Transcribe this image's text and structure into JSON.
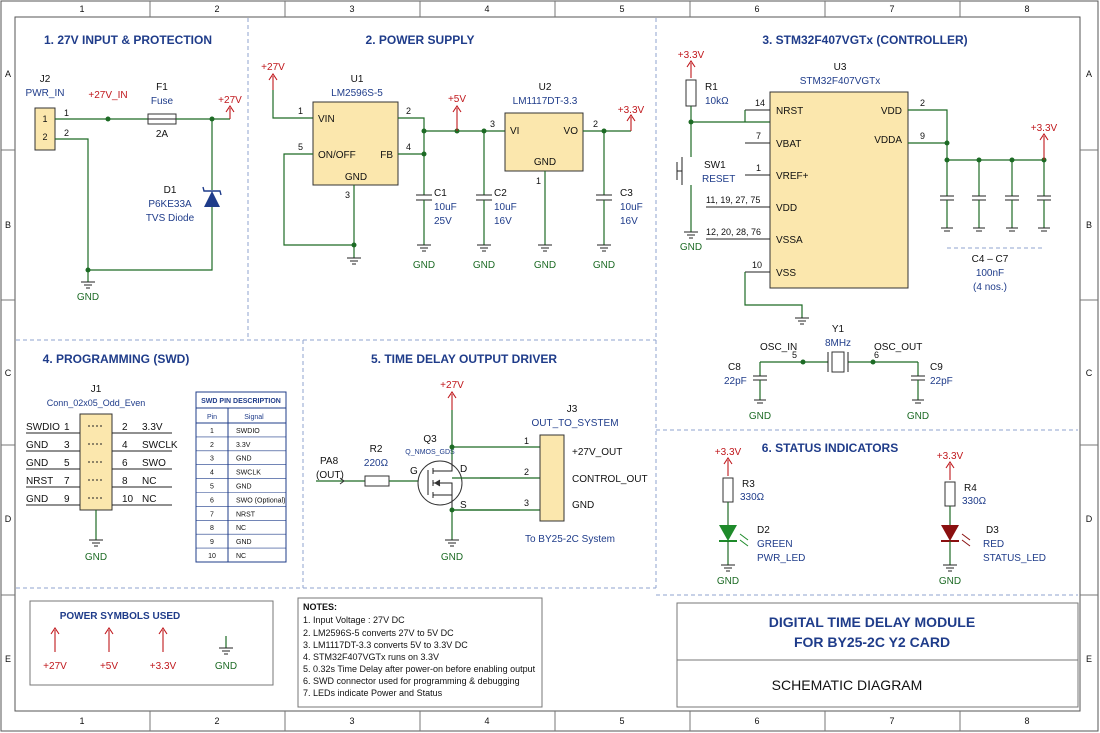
{
  "border": {
    "columns": [
      "1",
      "2",
      "3",
      "4",
      "5",
      "6",
      "7",
      "8"
    ],
    "rows": [
      "A",
      "B",
      "C",
      "D",
      "E"
    ]
  },
  "sections": {
    "s1": "1. 27V INPUT & PROTECTION",
    "s2": "2. POWER SUPPLY",
    "s3": "3. STM32F407VGTx (CONTROLLER)",
    "s4": "4. PROGRAMMING (SWD)",
    "s5": "5. TIME DELAY OUTPUT DRIVER",
    "s6": "6. STATUS INDICATORS"
  },
  "input": {
    "j2_ref": "J2",
    "j2_val": "PWR_IN",
    "pin1": "1",
    "pin2": "2",
    "net_in": "+27V_IN",
    "f1_ref": "F1",
    "f1_val": "Fuse",
    "f1_rating": "2A",
    "rail": "+27V",
    "d1_ref": "D1",
    "d1_val": "P6KE33A",
    "d1_desc": "TVS Diode",
    "gnd": "GND"
  },
  "power": {
    "rail27": "+27V",
    "u1_ref": "U1",
    "u1_val": "LM2596S-5",
    "u1_vin": "VIN",
    "u1_onoff": "ON/OFF",
    "u1_fb": "FB",
    "u1_gnd": "GND",
    "p1": "1",
    "p2": "2",
    "p3": "3",
    "p4": "4",
    "p5": "5",
    "rail5": "+5V",
    "u2_ref": "U2",
    "u2_val": "LM1117DT-3.3",
    "u2_vi": "VI",
    "u2_vo": "VO",
    "u2_gnd": "GND",
    "u2_p3": "3",
    "u2_p2": "2",
    "u2_p1": "1",
    "rail33": "+3.3V",
    "c1": [
      "C1",
      "10uF",
      "25V"
    ],
    "c2": [
      "C2",
      "10uF",
      "16V"
    ],
    "c3": [
      "C3",
      "10uF",
      "16V"
    ],
    "gnd": "GND"
  },
  "controller": {
    "rail33": "+3.3V",
    "r1_ref": "R1",
    "r1_val": "10kΩ",
    "sw1_ref": "SW1",
    "sw1_val": "RESET",
    "u3_ref": "U3",
    "u3_val": "STM32F407VGTx",
    "pins_left": [
      {
        "num": "14",
        "name": "NRST"
      },
      {
        "num": "7",
        "name": "VBAT"
      },
      {
        "num": "1",
        "name": "VREF+"
      },
      {
        "num": "11, 19, 27, 75",
        "name": "VDD"
      },
      {
        "num": "12, 20, 28, 76",
        "name": "VSSA"
      },
      {
        "num": "10",
        "name": "VSS"
      }
    ],
    "pins_right": [
      {
        "num": "2",
        "name": "VDD"
      },
      {
        "num": "9",
        "name": "VDDA"
      }
    ],
    "c47_ref": "C4 – C7",
    "c47_val": "100nF",
    "c47_qty": "(4 nos.)",
    "osc_in": "OSC_IN",
    "osc_out": "OSC_OUT",
    "y1_ref": "Y1",
    "y1_val": "8MHz",
    "y1_p5": "5",
    "y1_p6": "6",
    "c8": [
      "C8",
      "22pF"
    ],
    "c9": [
      "C9",
      "22pF"
    ],
    "gnd": "GND"
  },
  "swd": {
    "j1_ref": "J1",
    "j1_val": "Conn_02x05_Odd_Even",
    "left": [
      {
        "name": "SWDIO",
        "num": "1"
      },
      {
        "name": "GND",
        "num": "3"
      },
      {
        "name": "GND",
        "num": "5"
      },
      {
        "name": "NRST",
        "num": "7"
      },
      {
        "name": "GND",
        "num": "9"
      }
    ],
    "right": [
      {
        "num": "2",
        "name": "3.3V"
      },
      {
        "num": "4",
        "name": "SWCLK"
      },
      {
        "num": "6",
        "name": "SWO"
      },
      {
        "num": "8",
        "name": "NC"
      },
      {
        "num": "10",
        "name": "NC"
      }
    ],
    "gnd": "GND",
    "table_title": "SWD PIN DESCRIPTION",
    "table_headers": [
      "Pin",
      "Signal"
    ],
    "table_rows": [
      [
        "1",
        "SWDIO"
      ],
      [
        "2",
        "3.3V"
      ],
      [
        "3",
        "GND"
      ],
      [
        "4",
        "SWCLK"
      ],
      [
        "5",
        "GND"
      ],
      [
        "6",
        "SWO (Optional)"
      ],
      [
        "7",
        "NRST"
      ],
      [
        "8",
        "NC"
      ],
      [
        "9",
        "GND"
      ],
      [
        "10",
        "NC"
      ]
    ]
  },
  "driver": {
    "rail27": "+27V",
    "pa8": "PA8",
    "out": "(OUT)",
    "r2_ref": "R2",
    "r2_val": "220Ω",
    "q3_ref": "Q3",
    "q3_val": "Q_NMOS_GDS",
    "g": "G",
    "d": "D",
    "s": "S",
    "j3_ref": "J3",
    "j3_val": "OUT_TO_SYSTEM",
    "pins": [
      {
        "num": "1",
        "name": "+27V_OUT"
      },
      {
        "num": "2",
        "name": "CONTROL_OUT"
      },
      {
        "num": "3",
        "name": "GND"
      }
    ],
    "to": "To BY25-2C System",
    "gnd": "GND"
  },
  "status": {
    "rail33a": "+3.3V",
    "rail33b": "+3.3V",
    "r3_ref": "R3",
    "r3_val": "330Ω",
    "r4_ref": "R4",
    "r4_val": "330Ω",
    "d2_ref": "D2",
    "d2_color": "GREEN",
    "d2_net": "PWR_LED",
    "d3_ref": "D3",
    "d3_color": "RED",
    "d3_net": "STATUS_LED",
    "gnd": "GND"
  },
  "symbols": {
    "title": "POWER SYMBOLS USED",
    "items": [
      "+27V",
      "+5V",
      "+3.3V",
      "GND"
    ]
  },
  "notes": {
    "title": "NOTES:",
    "items": [
      "1.  Input Voltage : 27V DC",
      "2.  LM2596S-5 converts 27V to 5V DC",
      "3.  LM1117DT-3.3 converts 5V to 3.3V DC",
      "4.  STM32F407VGTx runs on 3.3V",
      "5.  0.32s Time Delay after power-on before enabling output",
      "6.  SWD connector used for programming & debugging",
      "7.  LEDs indicate Power and Status"
    ]
  },
  "titleblock": {
    "line1": "DIGITAL TIME DELAY MODULE",
    "line2": "FOR BY25-2C Y2 CARD",
    "subtitle": "SCHEMATIC DIAGRAM"
  },
  "colors": {
    "title": "#1f3c8a",
    "power": "#c0181d",
    "wire": "#1d6b25",
    "ic_fill": "#fbe7ad",
    "led_green": "#1e8a2a",
    "led_red": "#8a1010"
  }
}
